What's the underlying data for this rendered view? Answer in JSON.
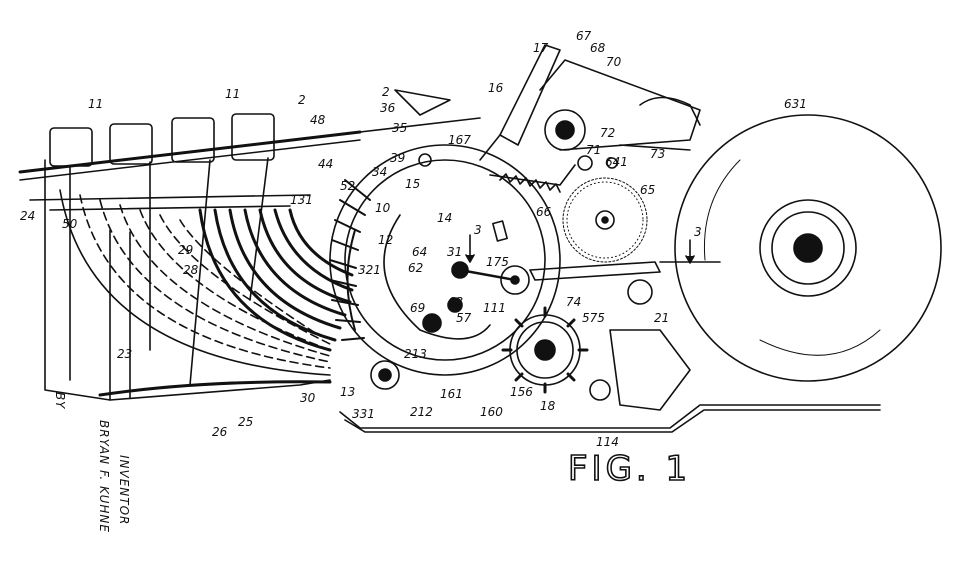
{
  "figure": {
    "title": "FIG. 1"
  },
  "inventor": {
    "heading": "INVENTOR",
    "name": "BRYAN F. KUHNE",
    "by": "BY"
  },
  "colors": {
    "ink": "#111111",
    "paper": "#ffffff"
  },
  "labels": {
    "l11a": "11",
    "l11b": "11",
    "l2a": "2",
    "l2b": "2",
    "l17": "17",
    "l67": "67",
    "l68": "68",
    "l70": "70",
    "l631": "631",
    "l36": "36",
    "l48": "48",
    "l35": "35",
    "l39": "39",
    "l16": "16",
    "l167": "167",
    "l72": "72",
    "l71": "71",
    "l641": "641",
    "l73": "73",
    "l44": "44",
    "l34": "34",
    "l15": "15",
    "l52": "52",
    "l131": "131",
    "l10": "10",
    "l14": "14",
    "l66": "66",
    "l65": "65",
    "l24": "24",
    "l50": "50",
    "l12": "12",
    "l29": "29",
    "l28": "28",
    "l3a": "3",
    "l3b": "3",
    "l31": "31",
    "l64": "64",
    "l62": "62",
    "l175": "175",
    "l321": "321",
    "l69": "69",
    "l63": "63",
    "l111": "111",
    "l57": "57",
    "l74": "74",
    "l575": "575",
    "l21": "21",
    "l23": "23",
    "l213": "213",
    "l331": "331",
    "l212": "212",
    "l161": "161",
    "l160": "160",
    "l156": "156",
    "l18": "18",
    "l114": "114",
    "l13": "13",
    "l30": "30",
    "l26": "26",
    "l25": "25"
  }
}
